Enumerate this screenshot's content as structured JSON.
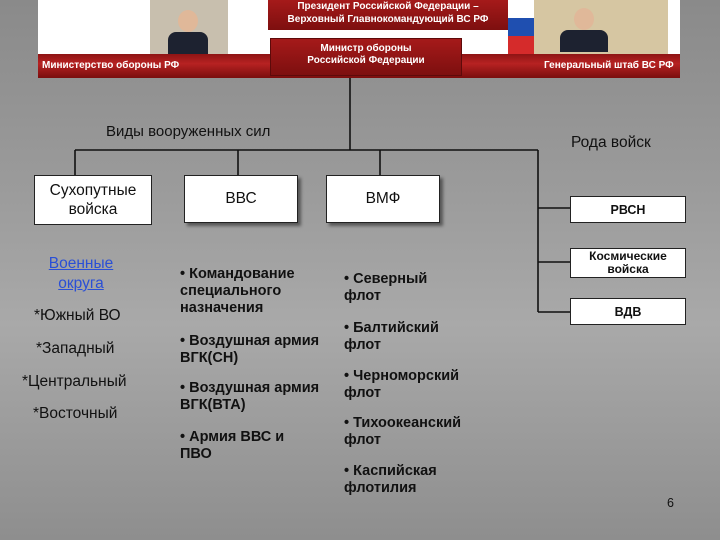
{
  "header": {
    "top_line1": "Президент Российской Федерации –",
    "top_line2": "Верховный Главнокомандующий ВС РФ",
    "minister_line1": "Министр обороны",
    "minister_line2": "Российской Федерации",
    "left_label": "Министерство обороны РФ",
    "right_label": "Генеральный штаб ВС РФ"
  },
  "labels": {
    "types": "Виды вооруженных сил",
    "branches": "Рода войск"
  },
  "types": {
    "ground": "Сухопутные войска",
    "air": "ВВС",
    "navy": "ВМФ"
  },
  "ground": {
    "districts_title": "Военные округа",
    "districts": [
      "*Южный ВО",
      "*Западный",
      "*Центральный",
      "*Восточный"
    ]
  },
  "air_items": [
    "• Командование специального назначения",
    "• Воздушная армия ВГК(СН)",
    "• Воздушная армия ВГК(ВТА)",
    "• Армия ВВС и ПВО"
  ],
  "navy_items": [
    "• Северный флот",
    "• Балтийский флот",
    "• Черноморский флот",
    "• Тихоокеанский флот",
    "• Каспийская флотилия"
  ],
  "branches": {
    "rvsn": "РВСН",
    "space": "Космические войска",
    "vdv": "ВДВ"
  },
  "page_number": "6",
  "colors": {
    "banner_red": "#a51a1a",
    "district_link": "#2a4fd6"
  }
}
